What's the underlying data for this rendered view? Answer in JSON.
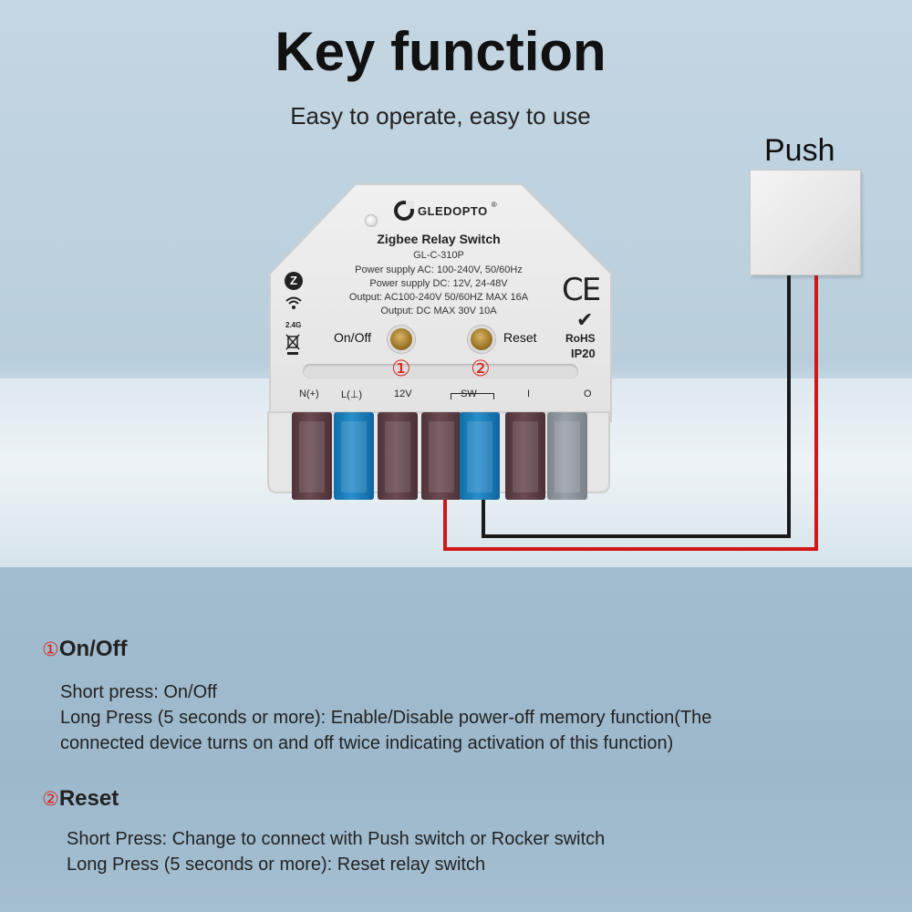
{
  "header": {
    "title": "Key function",
    "subtitle": "Easy to operate, easy to use"
  },
  "push_switch": {
    "label": "Push"
  },
  "device": {
    "brand": "GLEDOPTO",
    "brand_mark": "®",
    "name": "Zigbee Relay Switch",
    "model": "GL-C-310P",
    "specs": [
      "Power supply AC: 100-240V, 50/60Hz",
      "Power supply DC: 12V, 24-48V",
      "Output: AC100-240V 50/60HZ  MAX 16A",
      "Output: DC MAX 30V 10A"
    ],
    "zigbee_badge": "Z",
    "wifi_band": "2.4G",
    "ce_mark": "CE",
    "rohs": "RoHS",
    "ip_rating": "IP20",
    "buttons": [
      {
        "label": "On/Off",
        "number": "①"
      },
      {
        "label": "Reset",
        "number": "②"
      }
    ],
    "terminals": [
      "N(+)",
      "L(⊥)",
      "12V",
      "SW",
      "I",
      "O"
    ],
    "lever_colors": [
      "#5a3d42",
      "#1e7fbd",
      "#5a3d42",
      "#5a3d42",
      "#1e7fbd",
      "#5a3d42",
      "#8a9298"
    ]
  },
  "wire_colors": {
    "red": "#d01818",
    "black": "#1a1a1a"
  },
  "sections": [
    {
      "number": "①",
      "title": "On/Off",
      "lines": [
        "Short press: On/Off",
        "Long Press (5 seconds or more): Enable/Disable power-off memory function(The",
        "connected device turns on and off twice indicating activation of this function)"
      ]
    },
    {
      "number": "②",
      "title": "Reset",
      "lines": [
        "Short Press: Change to connect with Push switch or Rocker switch",
        "Long Press (5 seconds or more): Reset relay switch"
      ]
    }
  ],
  "accent_color": "#d8261e"
}
